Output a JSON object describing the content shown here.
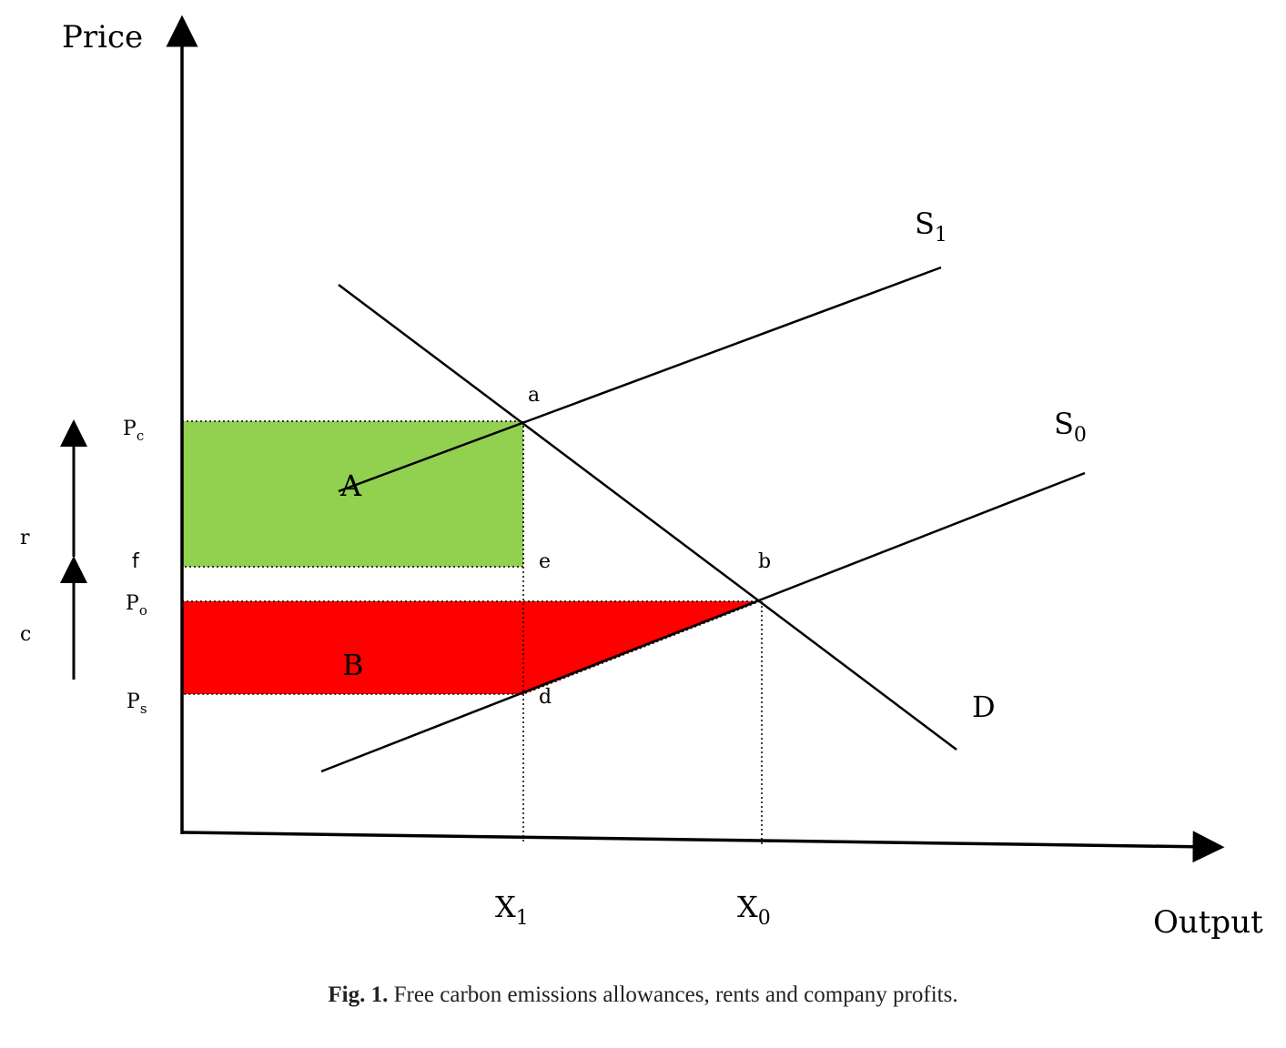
{
  "axes": {
    "y_title": "Price",
    "x_title": "Output"
  },
  "curves": {
    "s1": {
      "base": "S",
      "sub": "1"
    },
    "s0": {
      "base": "S",
      "sub": "0"
    },
    "d": "D"
  },
  "points": {
    "a": "a",
    "b": "b",
    "d": "d",
    "e": "e"
  },
  "price_levels": {
    "pc": {
      "base": "P",
      "sub": "c"
    },
    "f": "f",
    "po": {
      "base": "P",
      "sub": "o"
    },
    "ps": {
      "base": "P",
      "sub": "s"
    }
  },
  "quantities": {
    "x1": {
      "base": "X",
      "sub": "1"
    },
    "x0": {
      "base": "X",
      "sub": "0"
    }
  },
  "side_labels": {
    "r": "r",
    "c": "c"
  },
  "areas": {
    "a": {
      "label": "A",
      "color": "#92D050"
    },
    "b": {
      "label": "B",
      "color": "#FF0000"
    }
  },
  "caption": {
    "fig_num": "Fig. 1.",
    "text": " Free carbon emissions allowances, rents and company profits."
  }
}
